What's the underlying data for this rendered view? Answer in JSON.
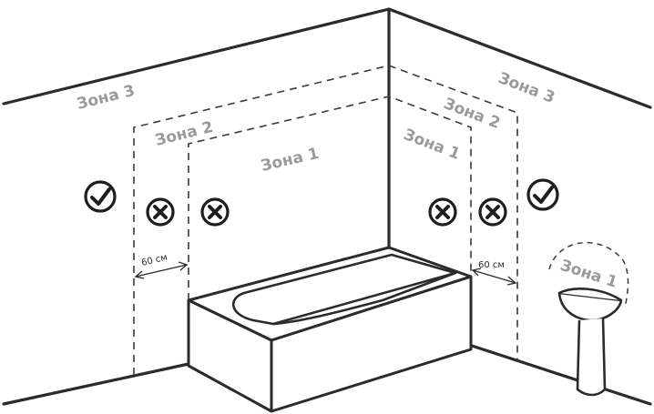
{
  "zones": {
    "left_zone3": "Зона 3",
    "left_zone2": "Зона 2",
    "center_zone1": "Зона 1",
    "right_zone3": "Зона 3",
    "right_zone2": "Зона 2",
    "right_zone1": "Зона 1",
    "sink_zone1": "Зона 1"
  },
  "dimensions": {
    "left": "60 см",
    "right": "60 см"
  },
  "marks": {
    "allowed_icon": "check-circle-icon",
    "forbidden_icon": "x-circle-icon"
  },
  "colors": {
    "lines": "#2b2b2b",
    "zone_label": "#9a9a9a"
  }
}
